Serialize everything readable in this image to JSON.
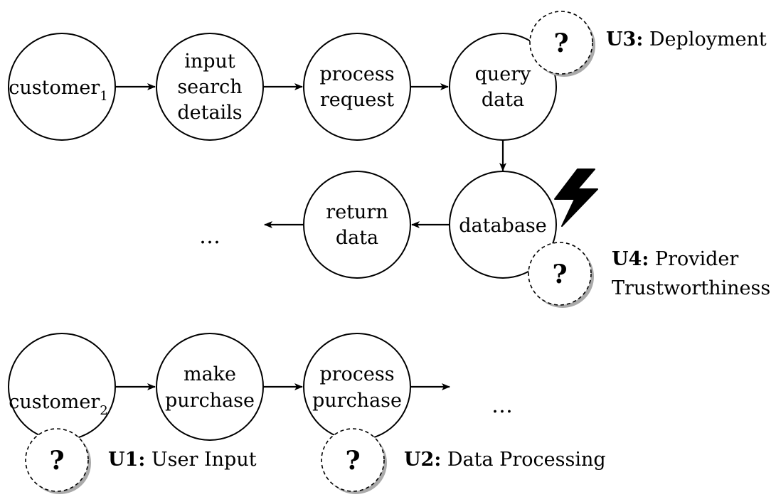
{
  "nodes": {
    "customer1": {
      "text": "customer",
      "sub": "1"
    },
    "input_search": {
      "lines": [
        "input",
        "search",
        "details"
      ]
    },
    "process_request": {
      "lines": [
        "process",
        "request"
      ]
    },
    "query_data": {
      "lines": [
        "query",
        "data"
      ]
    },
    "database": {
      "lines": [
        "database"
      ]
    },
    "return_data": {
      "lines": [
        "return",
        "data"
      ]
    },
    "customer2": {
      "text": "customer",
      "sub": "2"
    },
    "make_purchase": {
      "lines": [
        "make",
        "purchase"
      ]
    },
    "process_purchase": {
      "lines": [
        "process",
        "purchase"
      ]
    }
  },
  "ellipsis": {
    "row2": "…",
    "row3": "…"
  },
  "question_mark": "?",
  "uncertainties": {
    "u1": {
      "code": "U1:",
      "label": "User Input"
    },
    "u2": {
      "code": "U2:",
      "label": "Data Processing"
    },
    "u3": {
      "code": "U3:",
      "label": "Deployment"
    },
    "u4": {
      "code": "U4:",
      "label_lines": [
        "Provider",
        "Trustworthiness"
      ]
    }
  },
  "icons": {
    "threat": "lightning-bolt-icon"
  },
  "colors": {
    "stroke": "#000000",
    "shadow": "#aaaaaa",
    "background": "#ffffff"
  }
}
